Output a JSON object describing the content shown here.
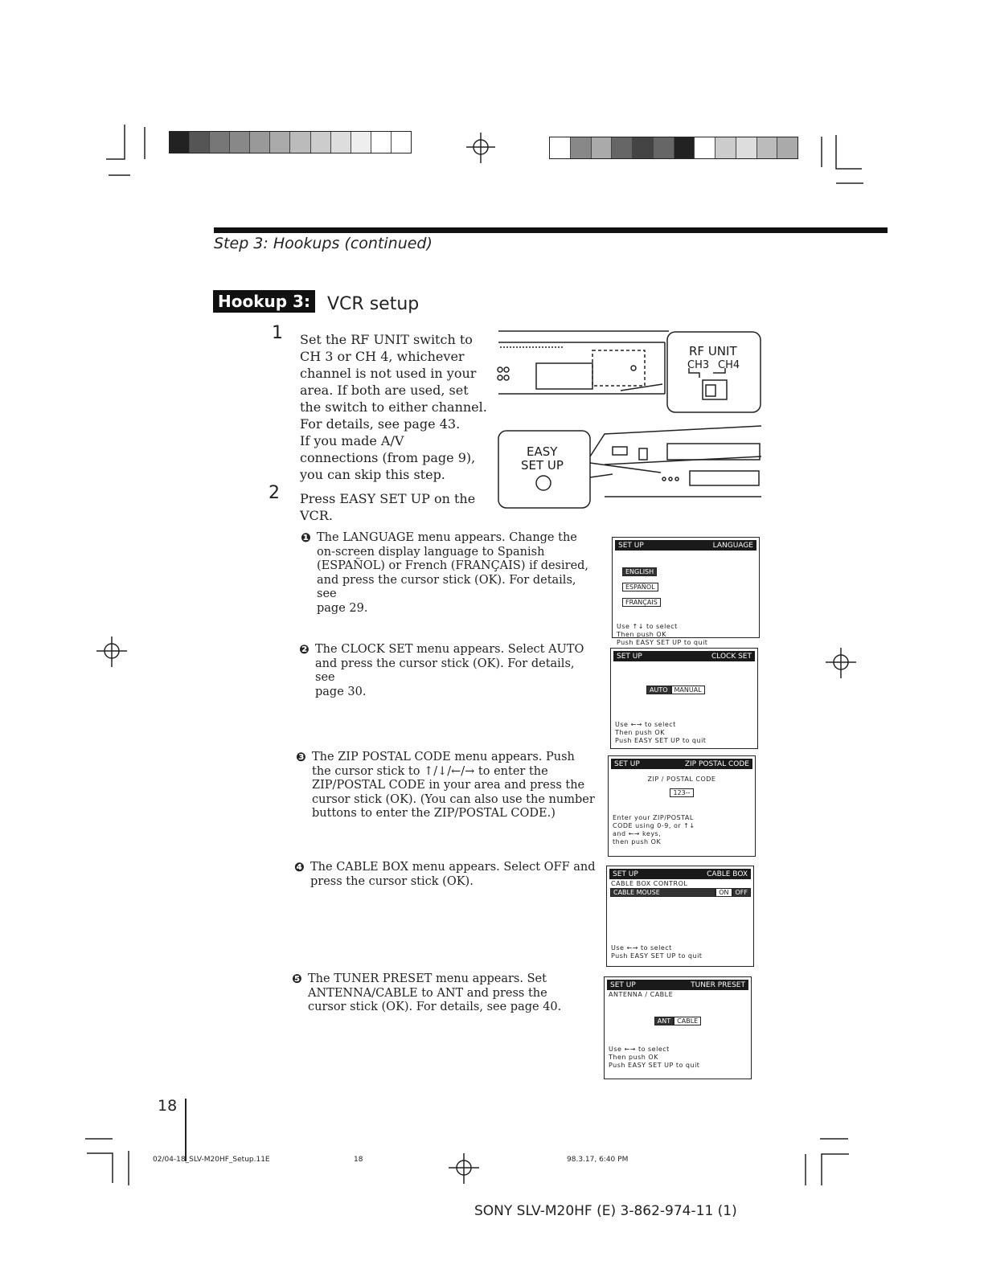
{
  "header": {
    "step_title": "Step 3: Hookups (continued)",
    "badge": "Hookup 3:",
    "section_title": "VCR setup"
  },
  "steps": [
    {
      "number": "1",
      "lines": [
        "Set the RF UNIT switch to",
        "CH 3 or CH 4, whichever",
        "channel is not used in your",
        "area.  If both are used, set",
        "the switch to either channel.",
        "For details, see page 43.",
        "If you made A/V",
        "connections (from page 9),",
        "you can skip this step."
      ]
    },
    {
      "number": "2",
      "lines": [
        "Press EASY SET UP on the",
        "VCR."
      ]
    }
  ],
  "substeps": [
    {
      "bullet": "❶",
      "lines": [
        "The LANGUAGE menu appears.  Change the",
        "on-screen display language to Spanish",
        "(ESPAÑOL) or French (FRANÇAIS) if desired,",
        "and press the cursor stick (OK).  For details, see",
        "page 29."
      ]
    },
    {
      "bullet": "❷",
      "lines": [
        "The CLOCK SET menu appears.  Select AUTO",
        "and press the cursor stick (OK).  For details, see",
        "page 30."
      ]
    },
    {
      "bullet": "❸",
      "lines": [
        "The ZIP POSTAL CODE menu appears.  Push",
        "the cursor stick to ↑/↓/←/→ to enter the",
        "ZIP/POSTAL CODE in your area and press the",
        "cursor stick (OK).  (You can also use the number",
        "buttons to enter the ZIP/POSTAL CODE.)"
      ]
    },
    {
      "bullet": "❹",
      "lines": [
        "The CABLE BOX menu appears.  Select OFF and",
        "press the cursor stick (OK)."
      ]
    },
    {
      "bullet": "❺",
      "lines": [
        "The TUNER PRESET menu appears.  Set",
        "ANTENNA/CABLE to ANT and press the",
        "cursor stick (OK).  For details, see page 40."
      ]
    }
  ],
  "illustrations": {
    "rf_unit": {
      "title": "RF UNIT",
      "ch3": "CH3",
      "ch4": "CH4"
    },
    "easy_setup": {
      "line1": "EASY",
      "line2": "SET UP"
    }
  },
  "screens": {
    "language": {
      "left": "SET UP",
      "right": "LANGUAGE",
      "options": [
        "ENGLISH",
        "ESPAÑOL",
        "FRANÇAIS"
      ],
      "help": [
        "Use ↑↓ to select",
        "Then push OK",
        "Push EASY SET UP to quit"
      ]
    },
    "clock": {
      "left": "SET UP",
      "right": "CLOCK SET",
      "options": [
        "AUTO",
        "MANUAL"
      ],
      "help": [
        "Use ←→ to select",
        "Then push OK",
        "Push EASY SET UP to quit"
      ]
    },
    "zip": {
      "left": "SET UP",
      "right": "ZIP POSTAL CODE",
      "label": "ZIP / POSTAL CODE",
      "value": "123--",
      "help": [
        "Enter your ZIP/POSTAL",
        "CODE using 0-9, or ↑↓",
        "and ←→ keys,",
        "then push OK"
      ]
    },
    "cable": {
      "left": "SET UP",
      "right": "CABLE BOX",
      "label": "CABLE BOX CONTROL",
      "row": "CABLE MOUSE",
      "options": [
        "ON",
        "OFF"
      ],
      "help": [
        "Use ←→ to select",
        "Push EASY SET UP to quit"
      ]
    },
    "tuner": {
      "left": "SET UP",
      "right": "TUNER PRESET",
      "label": "ANTENNA / CABLE",
      "options": [
        "ANT",
        "CABLE"
      ],
      "help": [
        "Use ←→ to select",
        "Then push OK",
        "Push EASY SET UP to quit"
      ]
    }
  },
  "footer": {
    "page_number": "18",
    "file_name": "02/04-18_SLV-M20HF_Setup.11E",
    "file_page": "18",
    "timestamp": "98.3.17, 6:40 PM",
    "model": "SONY  SLV-M20HF (E)   3-862-974-11 (1)"
  }
}
